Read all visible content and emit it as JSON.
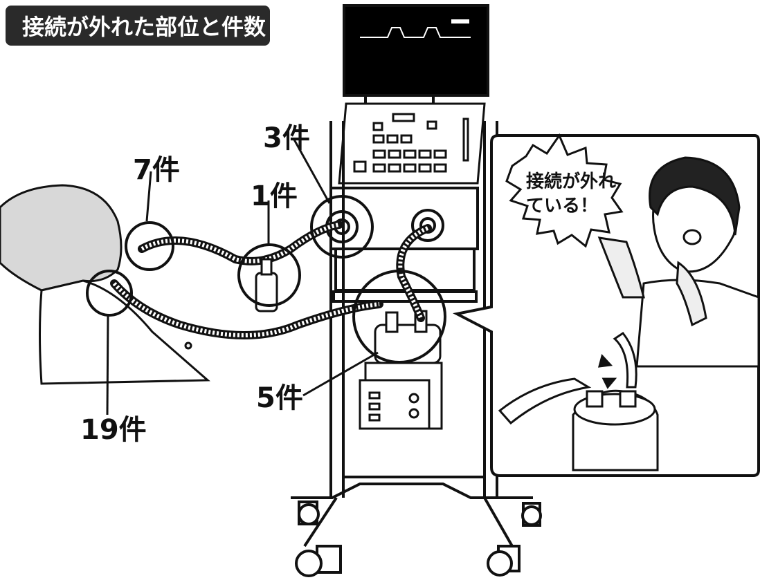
{
  "title": "接続が外れた部位と件数",
  "labels": {
    "count_3": "3件",
    "count_7": "7件",
    "count_1": "1件",
    "count_5": "5件",
    "count_19": "19件"
  },
  "speech": {
    "line1": "接続が外れ",
    "line2": "ている！"
  },
  "colors": {
    "title_bg": "#2a2a2a",
    "title_fg": "#ffffff",
    "line": "#111111",
    "monitor": "#000000"
  }
}
